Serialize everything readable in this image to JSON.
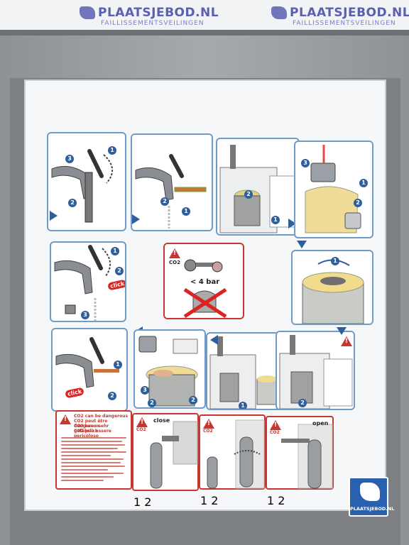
{
  "watermarks": [
    {
      "brand": "PLAATSJEBOD.NL",
      "sub": "FAILLISSEMENTSVEILINGEN"
    },
    {
      "brand": "PLAATSJEBOD.NL",
      "sub": "FAILLISSEMENTSVEILINGEN"
    }
  ],
  "poster": {
    "steps": [
      "1",
      "2",
      "3"
    ],
    "click_label": "click",
    "co2_label": "CO2",
    "pressure_label": "< 4 bar",
    "warning_lines": [
      "CO2 can be dangerous",
      "CO2 peut être dangereux",
      "CO2 kann sehr gefährlich",
      "CO2 può essere pericoloso"
    ],
    "valve_labels": {
      "close": "close",
      "open": "open"
    }
  },
  "corner_logo": {
    "text": "PLAATSJEBOD.NL"
  },
  "colors": {
    "accent_blue": "#2e5f9b",
    "warning_red": "#c9362f",
    "brand_purple": "#5a5fb0"
  }
}
